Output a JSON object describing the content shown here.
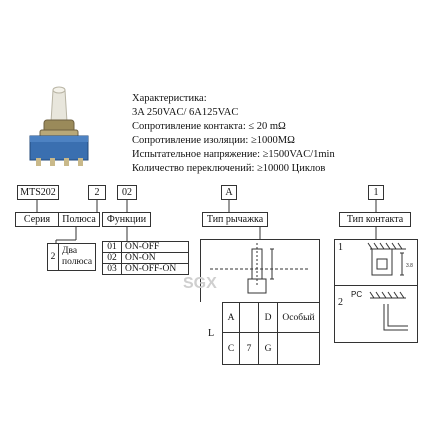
{
  "specs": {
    "title": "Характеристика:",
    "rating": "3A 250VAC/ 6A125VAC",
    "contact_resistance": "Сопротивление контакта: ≤ 20 mΩ",
    "insulation_resistance": "Сопротивление изоляции: ≥1000MΩ",
    "test_voltage": "Испытательное напряжение: ≥1500VAC/1min",
    "switching_cycles": "Количество переключений: ≥10000 Циклов"
  },
  "code": {
    "series": "MTS202",
    "poles": "2",
    "functions": "02",
    "lever": "A",
    "contact": "1"
  },
  "headers": {
    "series": "Серия",
    "poles": "Полюса",
    "functions": "Функции",
    "lever": "Тип рычажка",
    "contact": "Тип контакта"
  },
  "poles_table": {
    "num": "2",
    "label": "Два полюса"
  },
  "functions_table": [
    {
      "num": "01",
      "label": "ON-OFF"
    },
    {
      "num": "02",
      "label": "ON-ON"
    },
    {
      "num": "03",
      "label": "ON-OFF-ON"
    }
  ],
  "lever_table": {
    "row_label": "L",
    "top": [
      "A",
      "",
      "D",
      "Особый"
    ],
    "bottom": [
      "C",
      "7",
      "G",
      ""
    ]
  },
  "contact_table": {
    "row1_num": "1",
    "row2_num": "2",
    "row2_label": "PC",
    "dim_label": "3.8"
  },
  "watermark": "SGX",
  "colors": {
    "switch_body": "#3a6fb0",
    "bushing": "#9a8a5a",
    "lever": "#e8e6dc"
  }
}
